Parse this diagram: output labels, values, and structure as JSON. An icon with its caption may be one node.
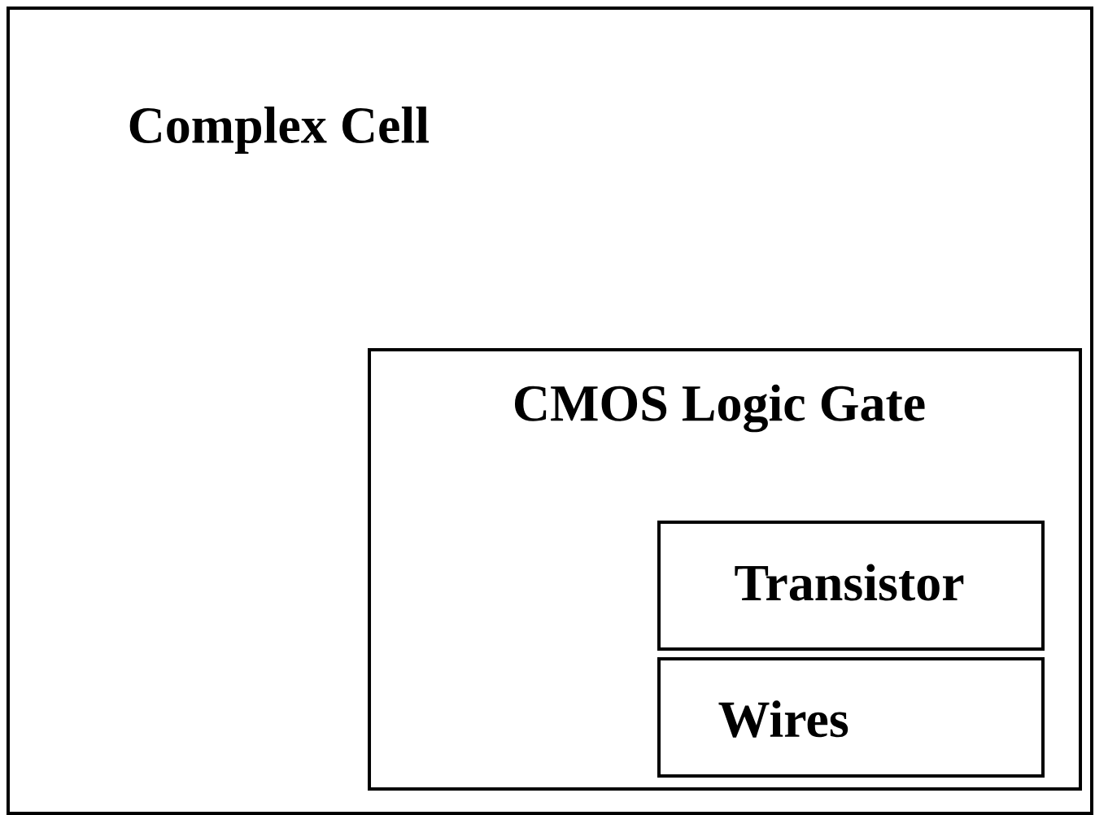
{
  "diagram": {
    "nodes": [
      {
        "text": [
          "Complex Cell"
        ]
      },
      {
        "text": [
          "CMOS  Logic Gate"
        ],
        "in": 0
      },
      {
        "text": [
          "Transistor"
        ],
        "in": 1
      },
      {
        "text": [
          "Wires"
        ],
        "in": 1
      }
    ]
  }
}
